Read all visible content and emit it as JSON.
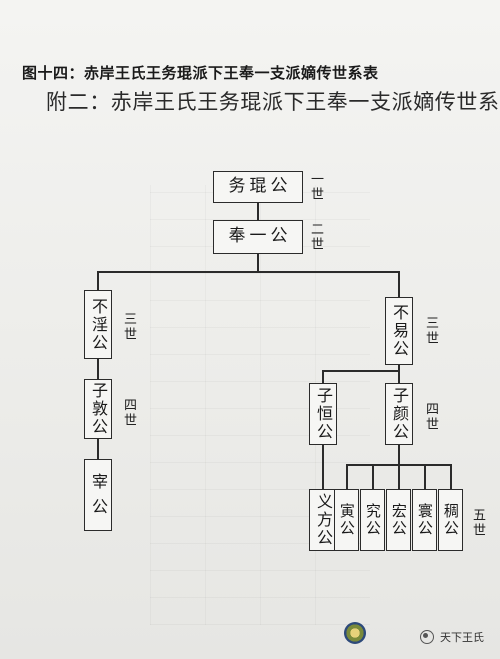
{
  "title_figure": "图十四：赤岸王氏王务琨派下王奉一支派嫡传世系表",
  "title_appendix": "附二：赤岸王氏王务琨派下王奉一支派嫡传世系表",
  "nodes": {
    "wukun": "务琨公",
    "fengyi": "奉一公",
    "buyin": "不淫公",
    "buyi": "不易公",
    "zidun": "子敦公",
    "ziheng": "子恒公",
    "ziyan": "子颜公",
    "zai": "宰 公",
    "yifang": "义方公",
    "yin": "寅公",
    "jiu": "究公",
    "hong": "宏公",
    "huan": "寰公",
    "chou": "稠公"
  },
  "generations": {
    "g1": "一世",
    "g2": "二世",
    "g3a": "三世",
    "g3b": "三世",
    "g4a": "四世",
    "g4b": "四世",
    "g5": "五世"
  },
  "watermark": {
    "icon": "wechat-channel-icon",
    "text": "天下王氏"
  }
}
